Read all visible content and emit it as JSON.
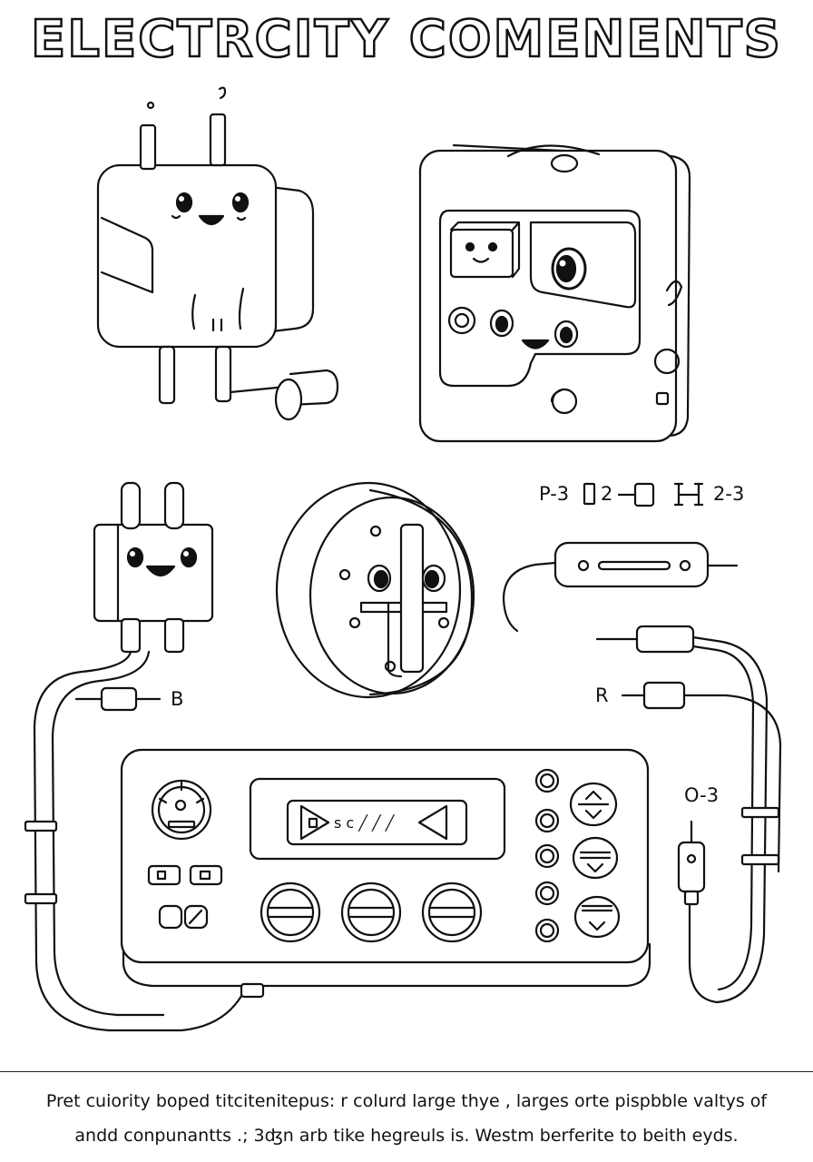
{
  "title": "ELECTRCITY COMENENTS",
  "labels": {
    "p3": "P-3",
    "i2": "2",
    "h23": "2-3",
    "b": "B",
    "r": "R",
    "o3": "O-3"
  },
  "display_text": "s c ╱ ╱ ╱",
  "caption": {
    "line1": "Pret cuiority boped titcitenitepus: r colurd  large thye , larges orte pispbble valtys of",
    "line2": "andd conpunantts .; 3ʤn arb tike hegreuls is. Westm berferite to beith eyds."
  },
  "colors": {
    "ink": "#111111",
    "paper": "#ffffff"
  }
}
